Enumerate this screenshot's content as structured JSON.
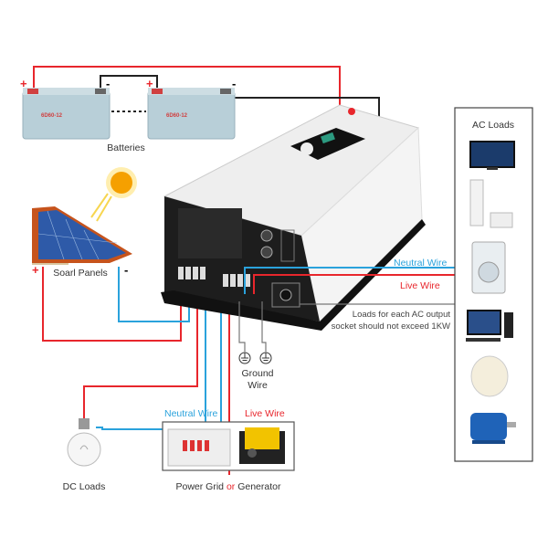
{
  "labels": {
    "batteries": "Batteries",
    "solar_panels": "Soarl Panels",
    "dc_loads": "DC Loads",
    "ac_loads": "AC Loads",
    "ground_wire_line1": "Ground",
    "ground_wire_line2": "Wire",
    "neutral_wire": "Neutral Wire",
    "live_wire": "Live Wire",
    "grid_neutral_wire": "Neutral Wire",
    "grid_live_wire": "Live Wire",
    "ac_note_line1": "Loads for each AC output",
    "ac_note_line2": "socket should not exceed 1KW",
    "power_grid": "Power Grid ",
    "or": "or",
    "generator": " Generator",
    "plus": "+",
    "minus": "-"
  },
  "battery_model": "6D60-12",
  "colors": {
    "live": "#e8262c",
    "neutral": "#2aa2dc",
    "battery_link": "#222222",
    "note_line": "#777777"
  }
}
